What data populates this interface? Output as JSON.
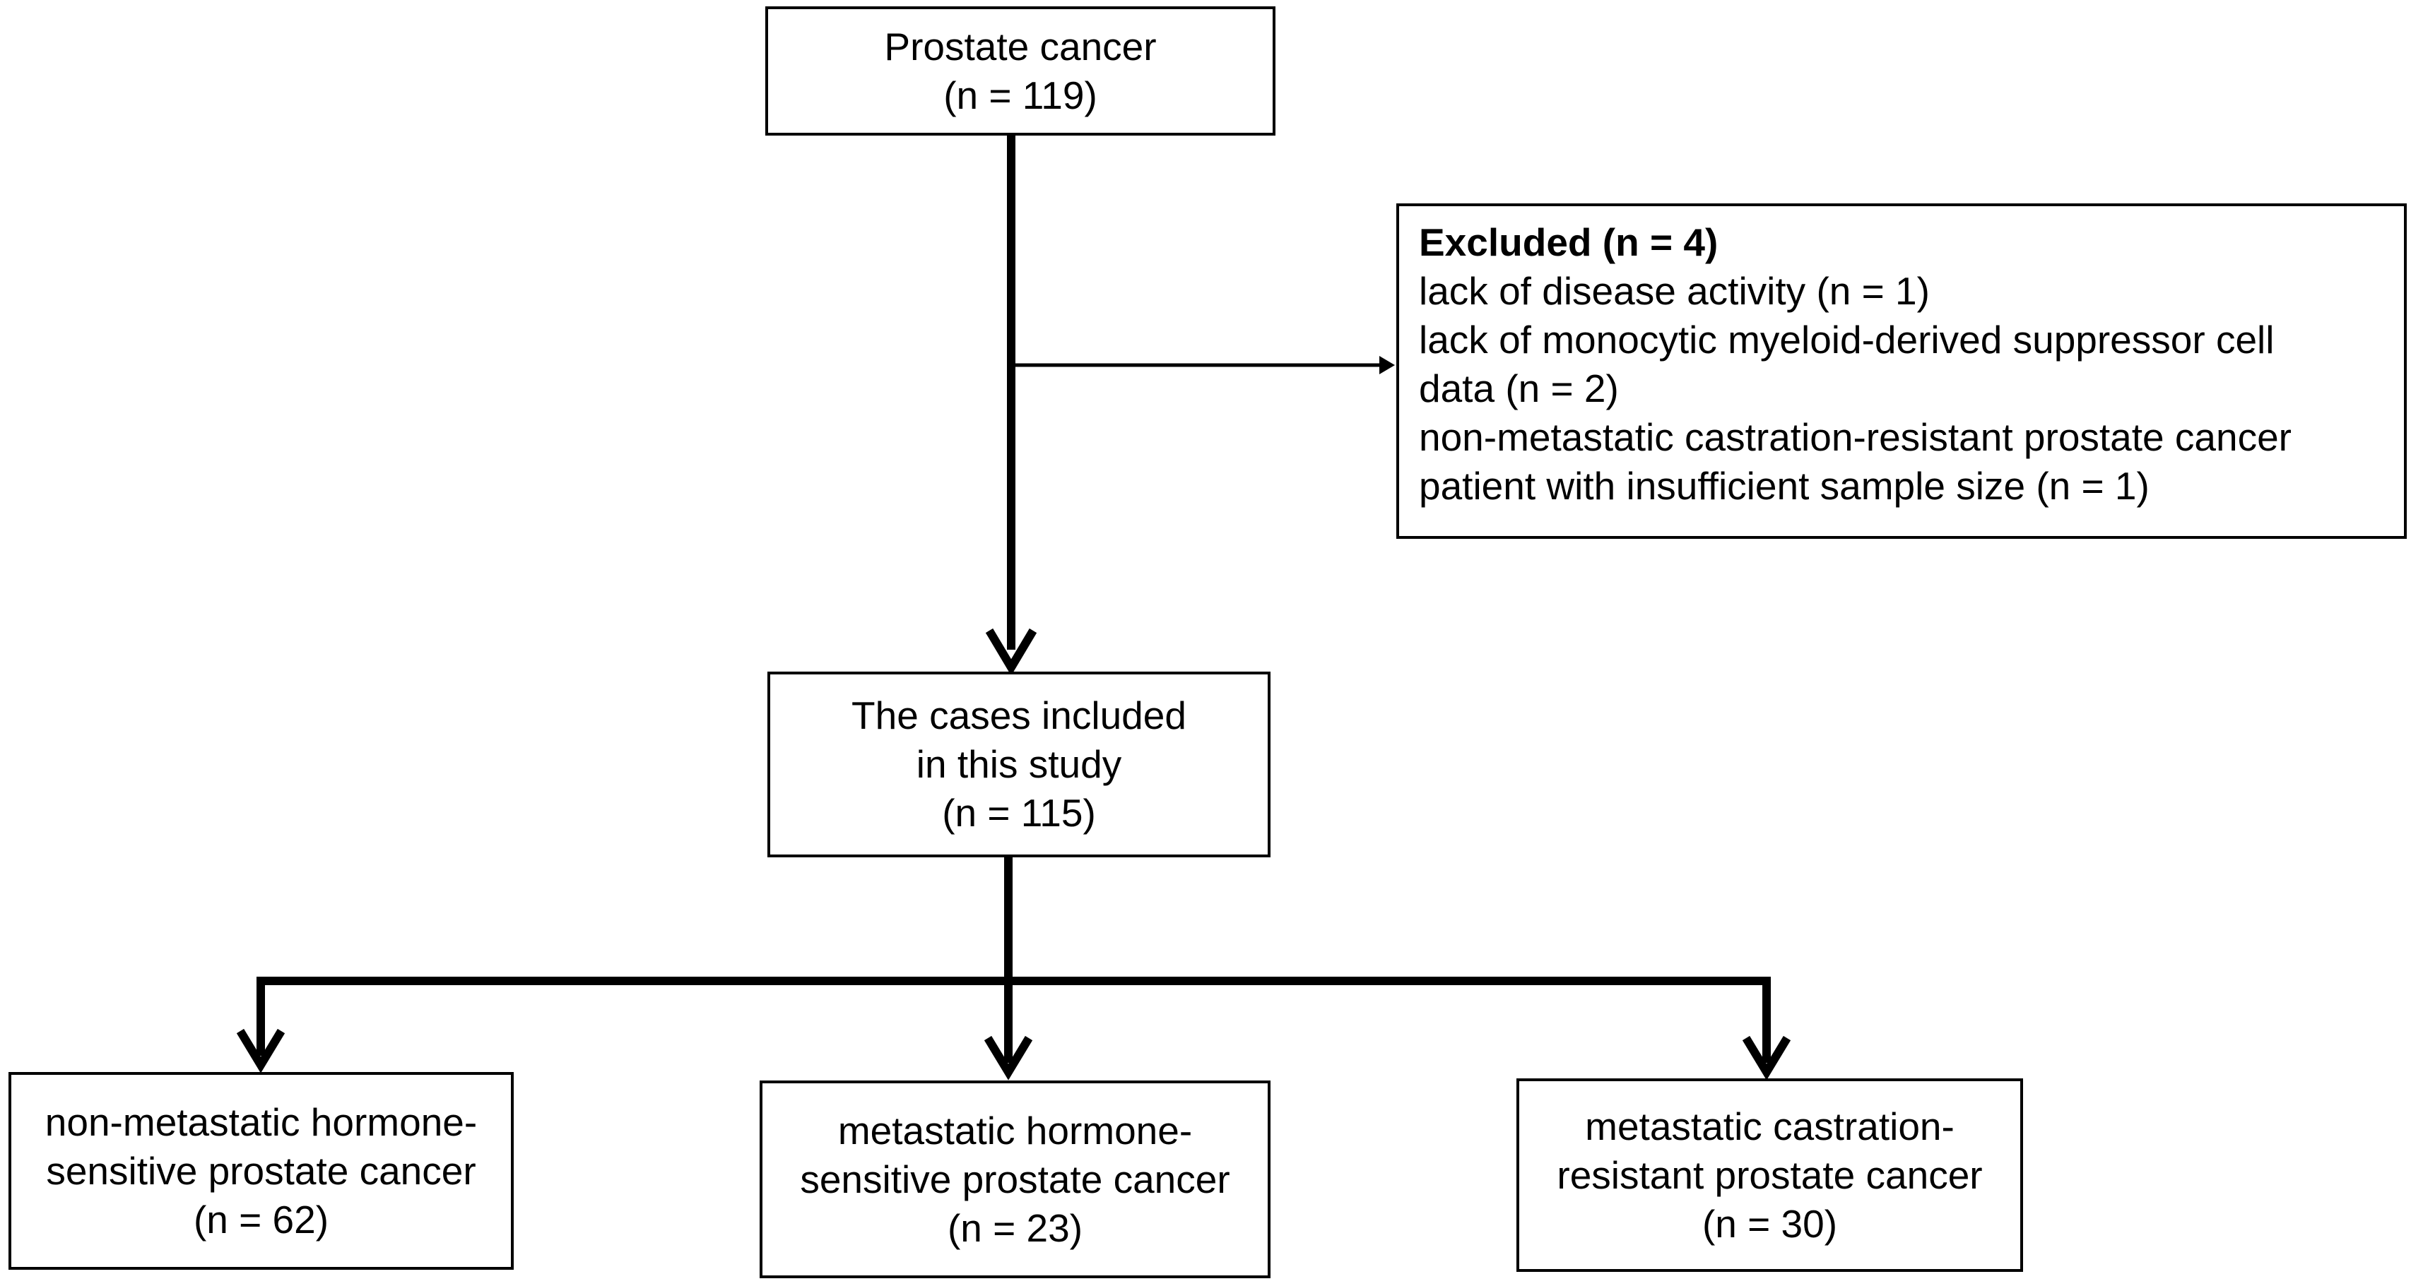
{
  "flowchart": {
    "top_box": {
      "lines": [
        "Prostate cancer",
        "(n = 119)"
      ]
    },
    "excluded_box": {
      "heading": "Excluded (n = 4)",
      "lines": [
        "lack of disease activity (n = 1)",
        "lack of monocytic myeloid-derived suppressor cell",
        "data (n = 2)",
        "non-metastatic castration-resistant prostate cancer",
        "patient with insufficient sample size (n = 1)"
      ]
    },
    "included_box": {
      "lines": [
        "The cases included",
        "in this study",
        "(n = 115)"
      ]
    },
    "groups": [
      {
        "lines": [
          "non-metastatic hormone-",
          "sensitive prostate cancer",
          "(n = 62)"
        ]
      },
      {
        "lines": [
          "metastatic hormone-",
          "sensitive prostate cancer",
          "(n = 23)"
        ]
      },
      {
        "lines": [
          "metastatic castration-",
          "resistant prostate cancer",
          "(n = 30)"
        ]
      }
    ]
  },
  "colors": {
    "line": "#000000",
    "box_border": "#000000",
    "background": "#ffffff"
  }
}
